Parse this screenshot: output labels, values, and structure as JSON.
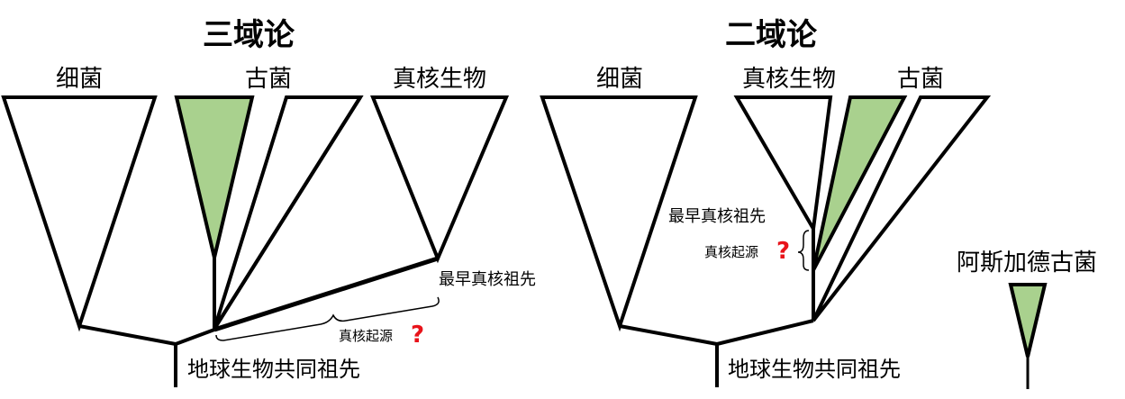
{
  "three_domain": {
    "title": "三域论",
    "bacteria": "细菌",
    "archaea": "古菌",
    "eukaryota": "真核生物",
    "earliest_eukaryote_ancestor": "最早真核祖先",
    "eukaryote_origin": "真核起源",
    "question_mark": "?",
    "luca": "地球生物共同祖先"
  },
  "two_domain": {
    "title": "二域论",
    "bacteria": "细菌",
    "eukaryota": "真核生物",
    "archaea": "古菌",
    "earliest_eukaryote_ancestor": "最早真核祖先",
    "eukaryote_origin": "真核起源",
    "question_mark": "?",
    "luca": "地球生物共同祖先"
  },
  "legend": {
    "label": "阿斯加德古菌",
    "color": "#a9d18e"
  },
  "colors": {
    "asgard_fill": "#a9d18e",
    "question_mark": "#e8131a",
    "line": "#000000",
    "background": "#ffffff"
  }
}
